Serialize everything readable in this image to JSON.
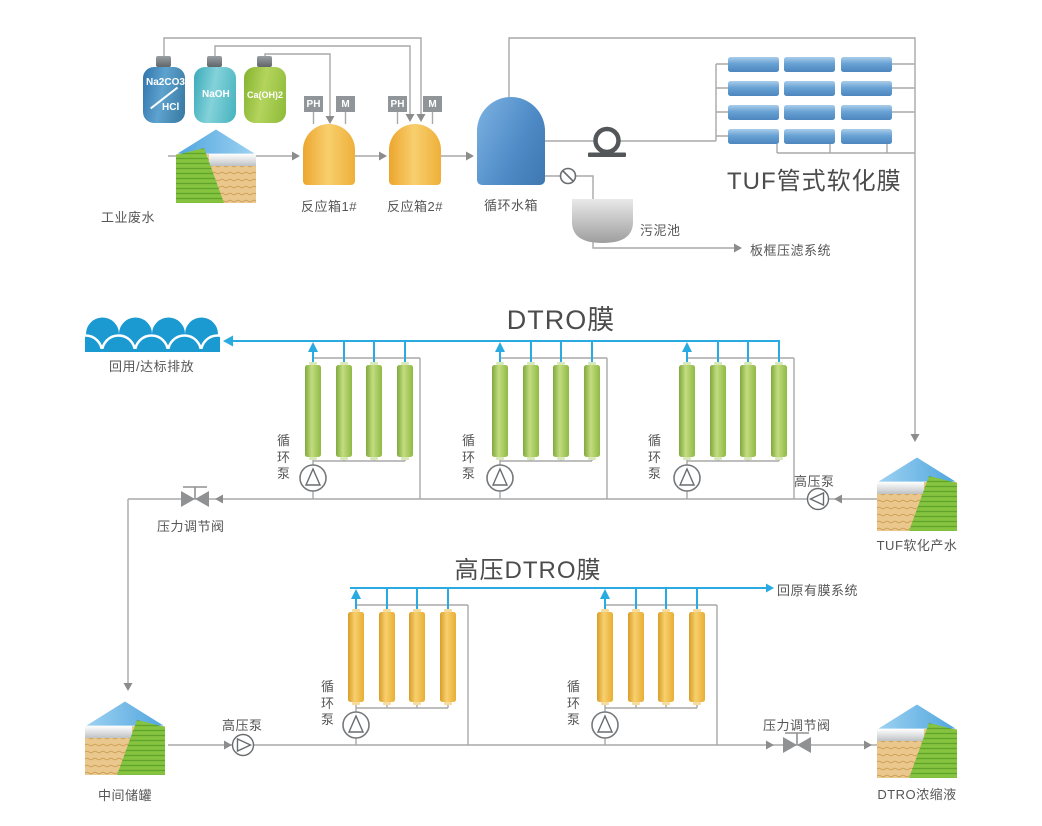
{
  "chemicals": {
    "b1a": "Na2CO3",
    "b1b": "HCl",
    "b2": "NaOH",
    "b3": "Ca(OH)2"
  },
  "sensors": {
    "ph": "PH",
    "m": "M"
  },
  "nodes": {
    "industrial_wastewater": "工业废水",
    "reaction_tank1": "反应箱1#",
    "reaction_tank2": "反应箱2#",
    "circulating_tank": "循环水箱",
    "sludge_pool": "污泥池",
    "plate_filter": "板框压滤系统",
    "tuf_membrane": "TUF管式软化膜",
    "dtro_title": "DTRO膜",
    "reuse": "回用/达标排放",
    "circ_pump": "循环泵",
    "hp_pump": "高压泵",
    "pressure_valve": "压力调节阀",
    "tuf_product": "TUF软化产水",
    "hp_dtro_title": "高压DTRO膜",
    "return_system": "回原有膜系统",
    "mid_tank": "中间储罐",
    "dtro_concentrate": "DTRO浓缩液"
  },
  "colors": {
    "pipe_gray": "#a9a9a9",
    "pipe_blue": "#29abe2",
    "label_text": "#565656",
    "title_text": "#4c4c4c",
    "tube_blue": "#5b9bd5",
    "tube_green": "#9cc353",
    "tube_yellow": "#eab33c",
    "tank_amber": "#f0b73a",
    "tank_blue": "#5b9bd5",
    "bottle_blue": "#4a90c4",
    "bottle_teal": "#58c0c9",
    "bottle_green": "#95c25b",
    "sensor_gray": "#8f9598",
    "wave_blue": "#1b9ad2"
  }
}
